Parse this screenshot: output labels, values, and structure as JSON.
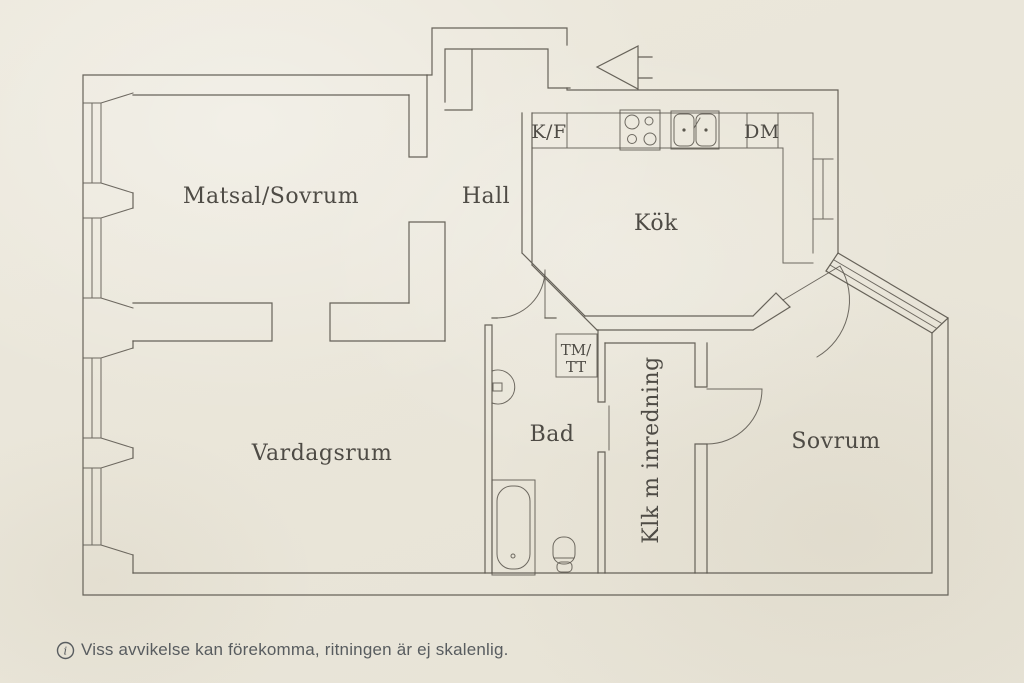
{
  "floorplan": {
    "rooms": {
      "dining_bedroom": "Matsal/Sovrum",
      "hall": "Hall",
      "kitchen": "Kök",
      "living_room": "Vardagsrum",
      "bathroom": "Bad",
      "closet": "Klk m inredning",
      "bedroom": "Sovrum"
    },
    "appliances": {
      "fridge_freezer": "K/F",
      "dishwasher": "DM",
      "washer_line1": "TM/",
      "washer_line2": "TT"
    },
    "disclaimer": "Viss avvikelse kan förekomma, ritningen är ej skalenlig.",
    "colors": {
      "paper": "#e9e5d9",
      "line": "#5b574e",
      "label_text": "#4e4b45",
      "disclaimer_text": "#585c5f"
    }
  }
}
